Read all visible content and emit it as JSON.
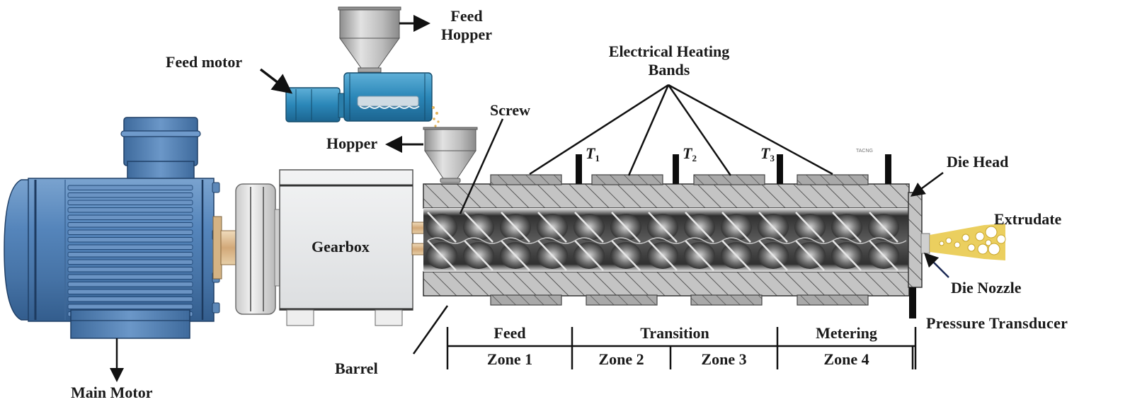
{
  "diagram": {
    "title": "Extrusion system schematic",
    "labels": {
      "feed_hopper_line1": "Feed",
      "feed_hopper_line2": "Hopper",
      "feed_motor": "Feed motor",
      "hopper": "Hopper",
      "screw": "Screw",
      "heating_bands_line1": "Electrical Heating",
      "heating_bands_line2": "Bands",
      "gearbox": "Gearbox",
      "main_motor": "Main Motor",
      "barrel": "Barrel",
      "die_head": "Die Head",
      "extrudate": "Extrudate",
      "die_nozzle": "Die Nozzle",
      "pressure_transducer": "Pressure Transducer",
      "thermocouple_tag": "TACNG"
    },
    "thermocouples": [
      {
        "symbol": "T",
        "subscript": "1"
      },
      {
        "symbol": "T",
        "subscript": "2"
      },
      {
        "symbol": "T",
        "subscript": "3"
      }
    ],
    "sections": [
      {
        "name": "Feed",
        "zones": [
          "Zone 1"
        ]
      },
      {
        "name": "Transition",
        "zones": [
          "Zone 2",
          "Zone 3"
        ]
      },
      {
        "name": "Metering",
        "zones": [
          "Zone 4"
        ]
      }
    ],
    "colors": {
      "motor_blue": "#4f7fb3",
      "motor_blue_dark": "#2d5585",
      "gearbox_gray": "#e6e8ea",
      "barrel_hatch": "#bdbdbd",
      "heater_band": "#a8a8a8",
      "screw_dark": "#2a2a2a",
      "extrudate_yellow": "#e8c94a",
      "shaft_tan": "#d8b98c",
      "hopper_steel": "#b8b8b8",
      "text": "#1a1a1a"
    }
  }
}
